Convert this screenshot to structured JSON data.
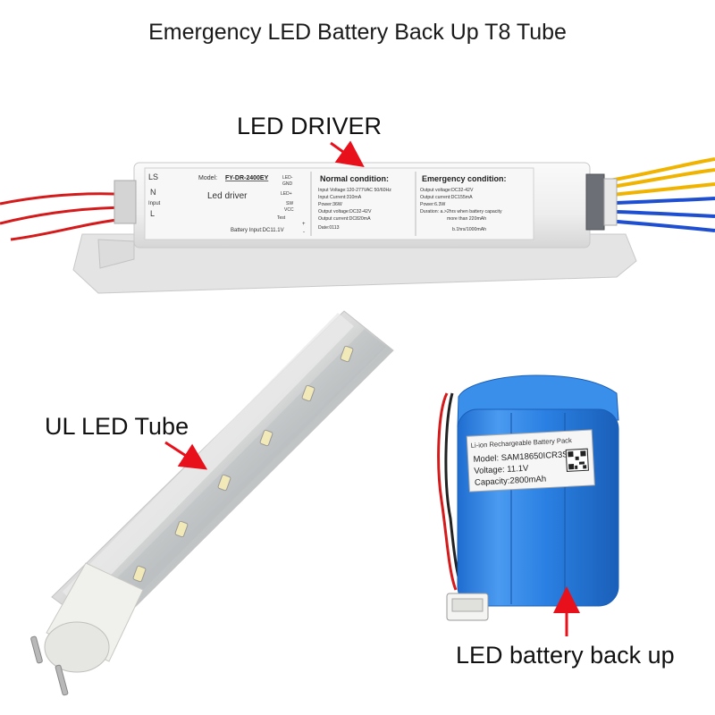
{
  "title": "Emergency LED Battery Back Up T8 Tube",
  "labels": {
    "driver": "LED DRIVER",
    "tube": "UL LED Tube",
    "battery": "LED battery back up"
  },
  "driver_label": {
    "terminals_left": [
      "LS",
      "N",
      "Input",
      "L"
    ],
    "model": "Model:",
    "model_value": "FY-DR-2400EY",
    "name": "Led driver",
    "battery_input": "Battery Input:DC11.1V",
    "pins": [
      "LED-",
      "GND",
      "LED+",
      "SW",
      "VCC",
      "Test",
      "+",
      "-"
    ],
    "normal_heading": "Normal condition:",
    "normal_lines": [
      "Input Voltage:120-277VAC 50/60Hz",
      "Input Current:310mA",
      "Power:36W",
      "Output voltage:DC32-42V",
      "Output current:DC820mA",
      "Date:0113"
    ],
    "emergency_heading": "Emergency condition:",
    "emergency_lines": [
      "Output voltage:DC32-42V",
      "Output current:DC155mA",
      "Power:6.3W",
      "Duration:  a.>2hrs when battery capacity",
      "more than 220mAh",
      "b.1hrs/1000mAh"
    ]
  },
  "battery_label": {
    "heading": "Li-ion Rechargeable Battery Pack",
    "lines": [
      "Model: SAM18650ICR3S",
      "Voltage: 11.1V",
      "Capacity:2800mAh"
    ]
  },
  "colors": {
    "arrow": "#e8101a",
    "battery_blue": "#2c7fe0",
    "driver_body": "#f2f2f2",
    "wire_red": "#d41a1a",
    "wire_yellow": "#f0b400",
    "wire_blue": "#1e4fd0"
  }
}
